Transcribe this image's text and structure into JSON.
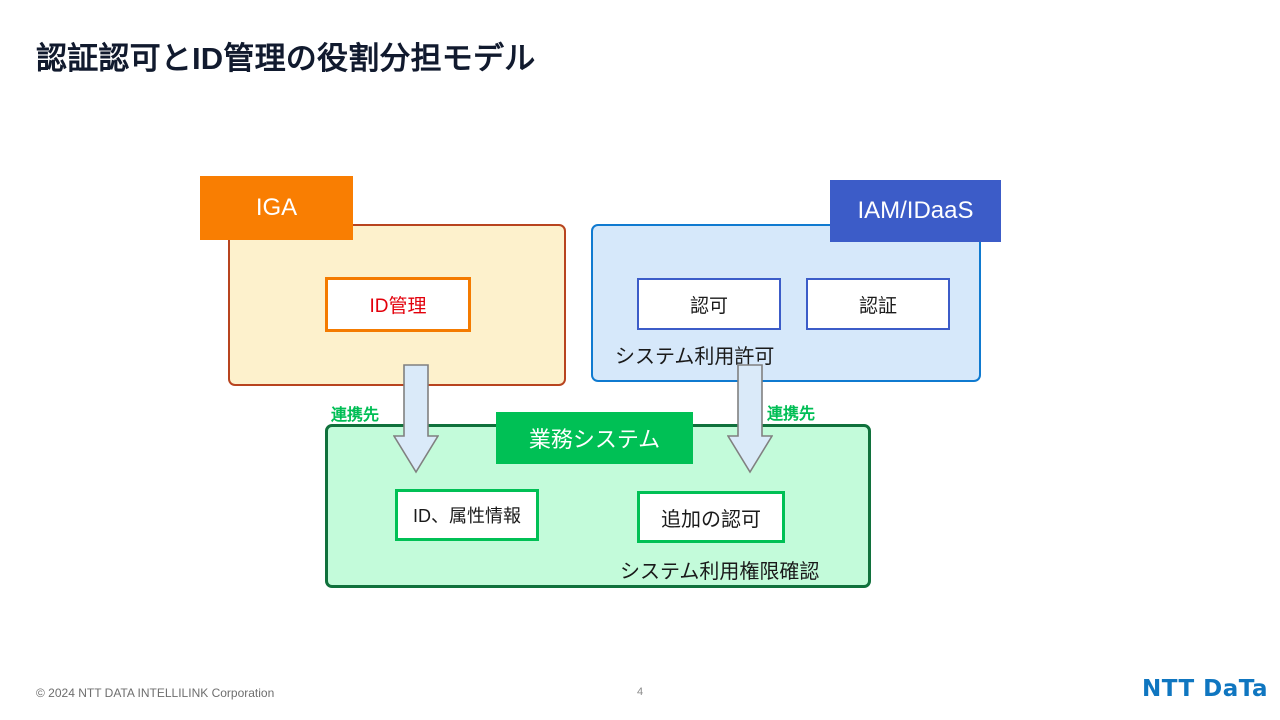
{
  "slide": {
    "title": "認証認可とID管理の役割分担モデル",
    "page_number": "4",
    "background_color": "#ffffff"
  },
  "diagram": {
    "iga": {
      "banner_label": "IGA",
      "banner_color": "#f97e02",
      "body_color": "#fdf1cc",
      "border_color": "#b8441f",
      "items": [
        {
          "label": "ID管理",
          "text_color": "#e3000b",
          "border_color": "#f47b00"
        }
      ]
    },
    "iam": {
      "banner_label": "IAM/IDaaS",
      "banner_color": "#3c5cc8",
      "body_color": "#d6e8fa",
      "border_color": "#0f7ad0",
      "items": [
        {
          "label": "認可",
          "border_color": "#3c5cc8"
        },
        {
          "label": "認証",
          "border_color": "#3c5cc8"
        }
      ],
      "caption": "システム利用許可"
    },
    "business_system": {
      "banner_label": "業務システム",
      "banner_color": "#00c055",
      "body_color": "#c3fbda",
      "border_color": "#10713c",
      "items": [
        {
          "label": "ID、属性情報",
          "border_color": "#00c055"
        },
        {
          "label": "追加の認可",
          "border_color": "#00c055"
        }
      ],
      "caption": "システム利用権限確認"
    },
    "connectors": [
      {
        "label": "連携先",
        "color": "#00be55",
        "direction": "down",
        "from": "iga",
        "to": "business_system"
      },
      {
        "label": "連携先",
        "color": "#00be55",
        "direction": "down",
        "from": "iam",
        "to": "business_system"
      }
    ],
    "arrow_style": {
      "fill": "#daeaf9",
      "stroke": "#808080"
    }
  },
  "footer": {
    "copyright": "© 2024 NTT  DATA INTELLILINK  Corporation",
    "logo_text": "NTT DaTa",
    "logo_color": "#0f76c0"
  }
}
